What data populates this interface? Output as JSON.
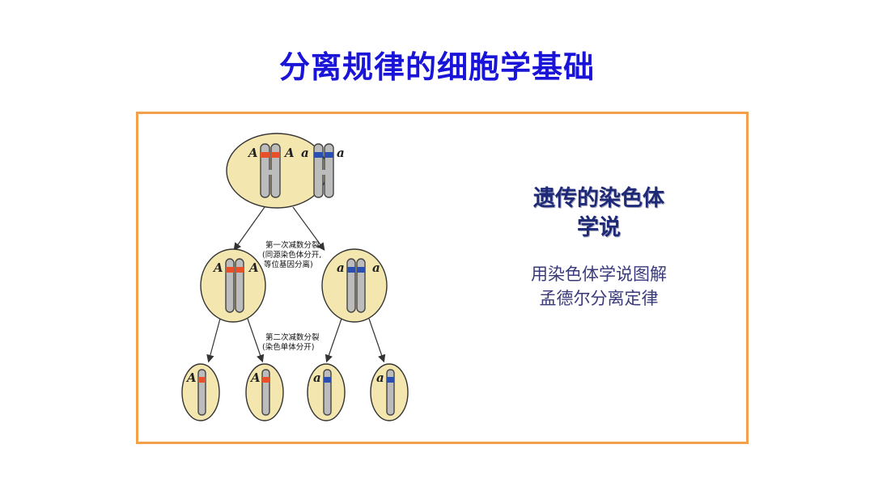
{
  "title": "分离规律的细胞学基础",
  "heading_lines": [
    "遗传的染色体",
    "学说"
  ],
  "description_lines": [
    "用染色体学说图解",
    "孟德尔分离定律"
  ],
  "diagram": {
    "top_cell_alleles": [
      "A",
      "A",
      "a",
      "a"
    ],
    "meiosis1_labels": [
      "第一次减数分裂",
      "(同源染色体分开,",
      "等位基因分离)"
    ],
    "meiosis2_labels": [
      "第二次减数分裂",
      "(染色单体分开)"
    ],
    "middle_left_alleles": [
      "A",
      "A"
    ],
    "middle_right_alleles": [
      "a",
      "a"
    ],
    "gamete_alleles": [
      "A",
      "A",
      "a",
      "a"
    ]
  },
  "colors": {
    "title": "#1a14d8",
    "frame_border": "#f4a04a",
    "allele_A_band": "#e8502a",
    "allele_a_band": "#2b4fb0"
  }
}
